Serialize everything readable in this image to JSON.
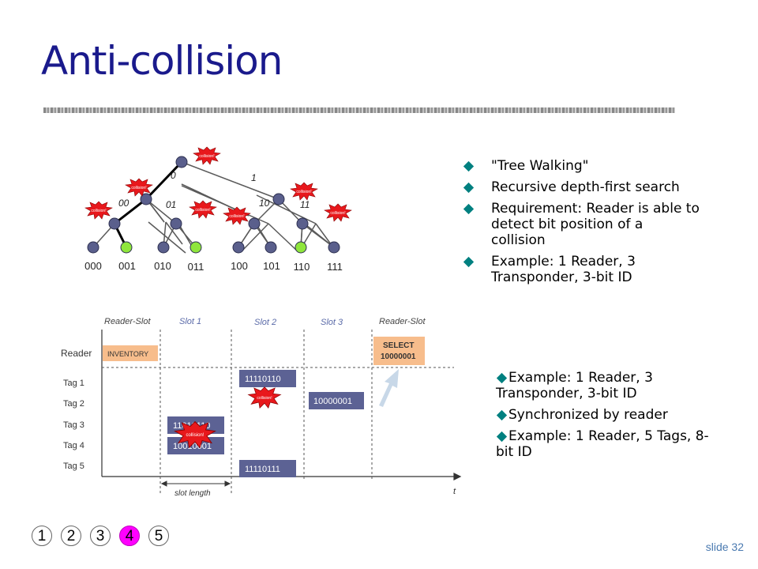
{
  "title": "Anti-collision",
  "tree": {
    "branch_labels": [
      "0",
      "1",
      "00",
      "01",
      "10",
      "11"
    ],
    "leaf_labels": [
      "000",
      "001",
      "010",
      "011",
      "100",
      "101",
      "110",
      "111"
    ],
    "collision_label": "collision!"
  },
  "bullets_top": [
    "\"Tree Walking\"",
    "Recursive depth-first search",
    "Requirement: Reader is able to detect bit position of a collision",
    "Example: 1 Reader, 3 Transponder, 3-bit ID"
  ],
  "timing": {
    "columns": [
      "Reader-Slot",
      "Slot 1",
      "Slot 2",
      "Slot 3",
      "Reader-Slot"
    ],
    "rows": [
      "Reader",
      "Tag 1",
      "Tag 2",
      "Tag 3",
      "Tag 4",
      "Tag 5"
    ],
    "inventory": "INVENTORY",
    "select_line1": "SELECT",
    "select_line2": "10000001",
    "slot1_tag3": "11010110",
    "slot1_tag4": "10010001",
    "slot2_tag1": "11110110",
    "slot2_tag5": "11110111",
    "slot3_tag2": "10000001",
    "collision_label": "collision!",
    "slot_length": "slot length",
    "time_axis": "t"
  },
  "bullets_bottom": [
    "Example: 1 Reader, 3 Transponder, 3-bit ID",
    "Synchronized by reader",
    "Example: 1 Reader, 5 Tags, 8-bit ID"
  ],
  "nav": [
    "1",
    "2",
    "3",
    "4",
    "5"
  ],
  "nav_active": "4",
  "slide_number": "slide 32",
  "colors": {
    "title": "#1a1a8c",
    "bullet": "#008080",
    "node": "#5a5f8c",
    "leaf_found": "#8fe63c",
    "collision_burst": "#e8181c",
    "tag_box": "#5c6294",
    "reader_box": "#f7bd8c"
  }
}
